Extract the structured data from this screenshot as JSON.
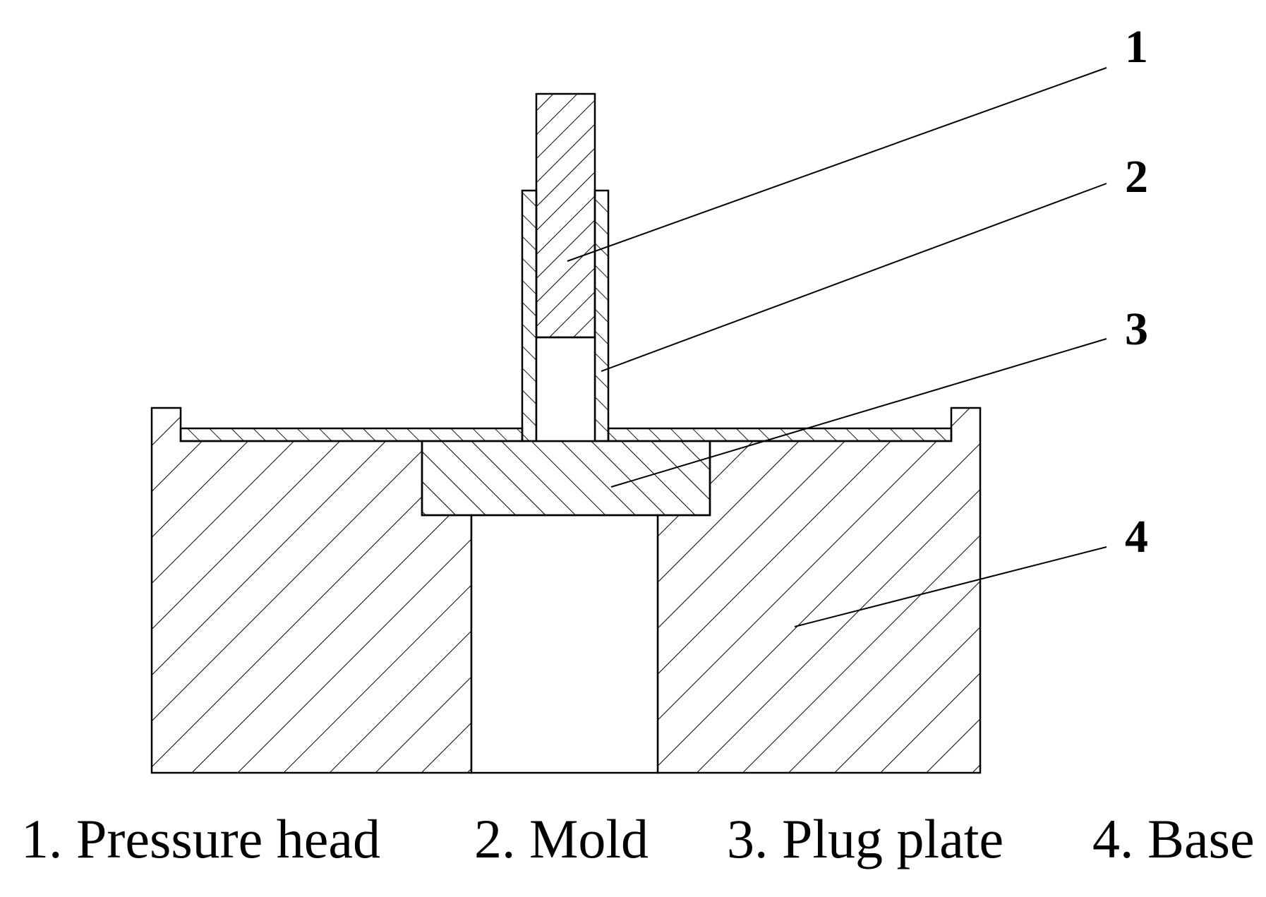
{
  "diagram": {
    "callouts": [
      {
        "number": "1"
      },
      {
        "number": "2"
      },
      {
        "number": "3"
      },
      {
        "number": "4"
      }
    ],
    "legend": [
      {
        "text": "1. Pressure head"
      },
      {
        "text": "2. Mold"
      },
      {
        "text": "3. Plug plate"
      },
      {
        "text": "4. Base"
      }
    ],
    "colors": {
      "line": "#000000",
      "background": "#ffffff"
    }
  }
}
